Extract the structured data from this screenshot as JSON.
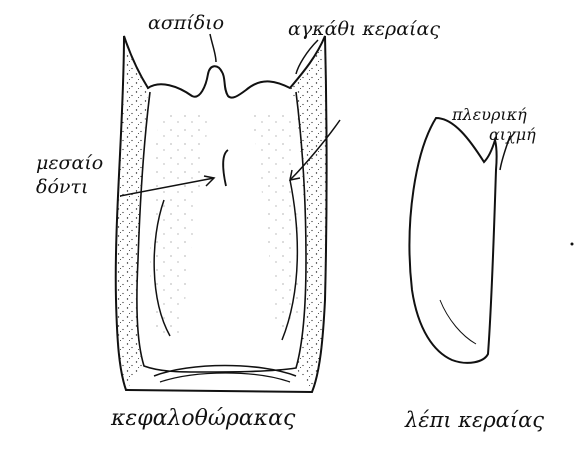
{
  "labels": {
    "aspidio": "ασπίδιο",
    "agkathi": "αγκάθι κεραίας",
    "mesaio": "μεσαίο",
    "donti": "δόντι",
    "pleuriki": "πλευρική",
    "aichmi": "αιχμή",
    "cephalothorax": "κεφαλοθώρακας",
    "lepi": "λέπι κεραίας"
  },
  "colors": {
    "ink": "#111111",
    "paper": "#ffffff"
  }
}
